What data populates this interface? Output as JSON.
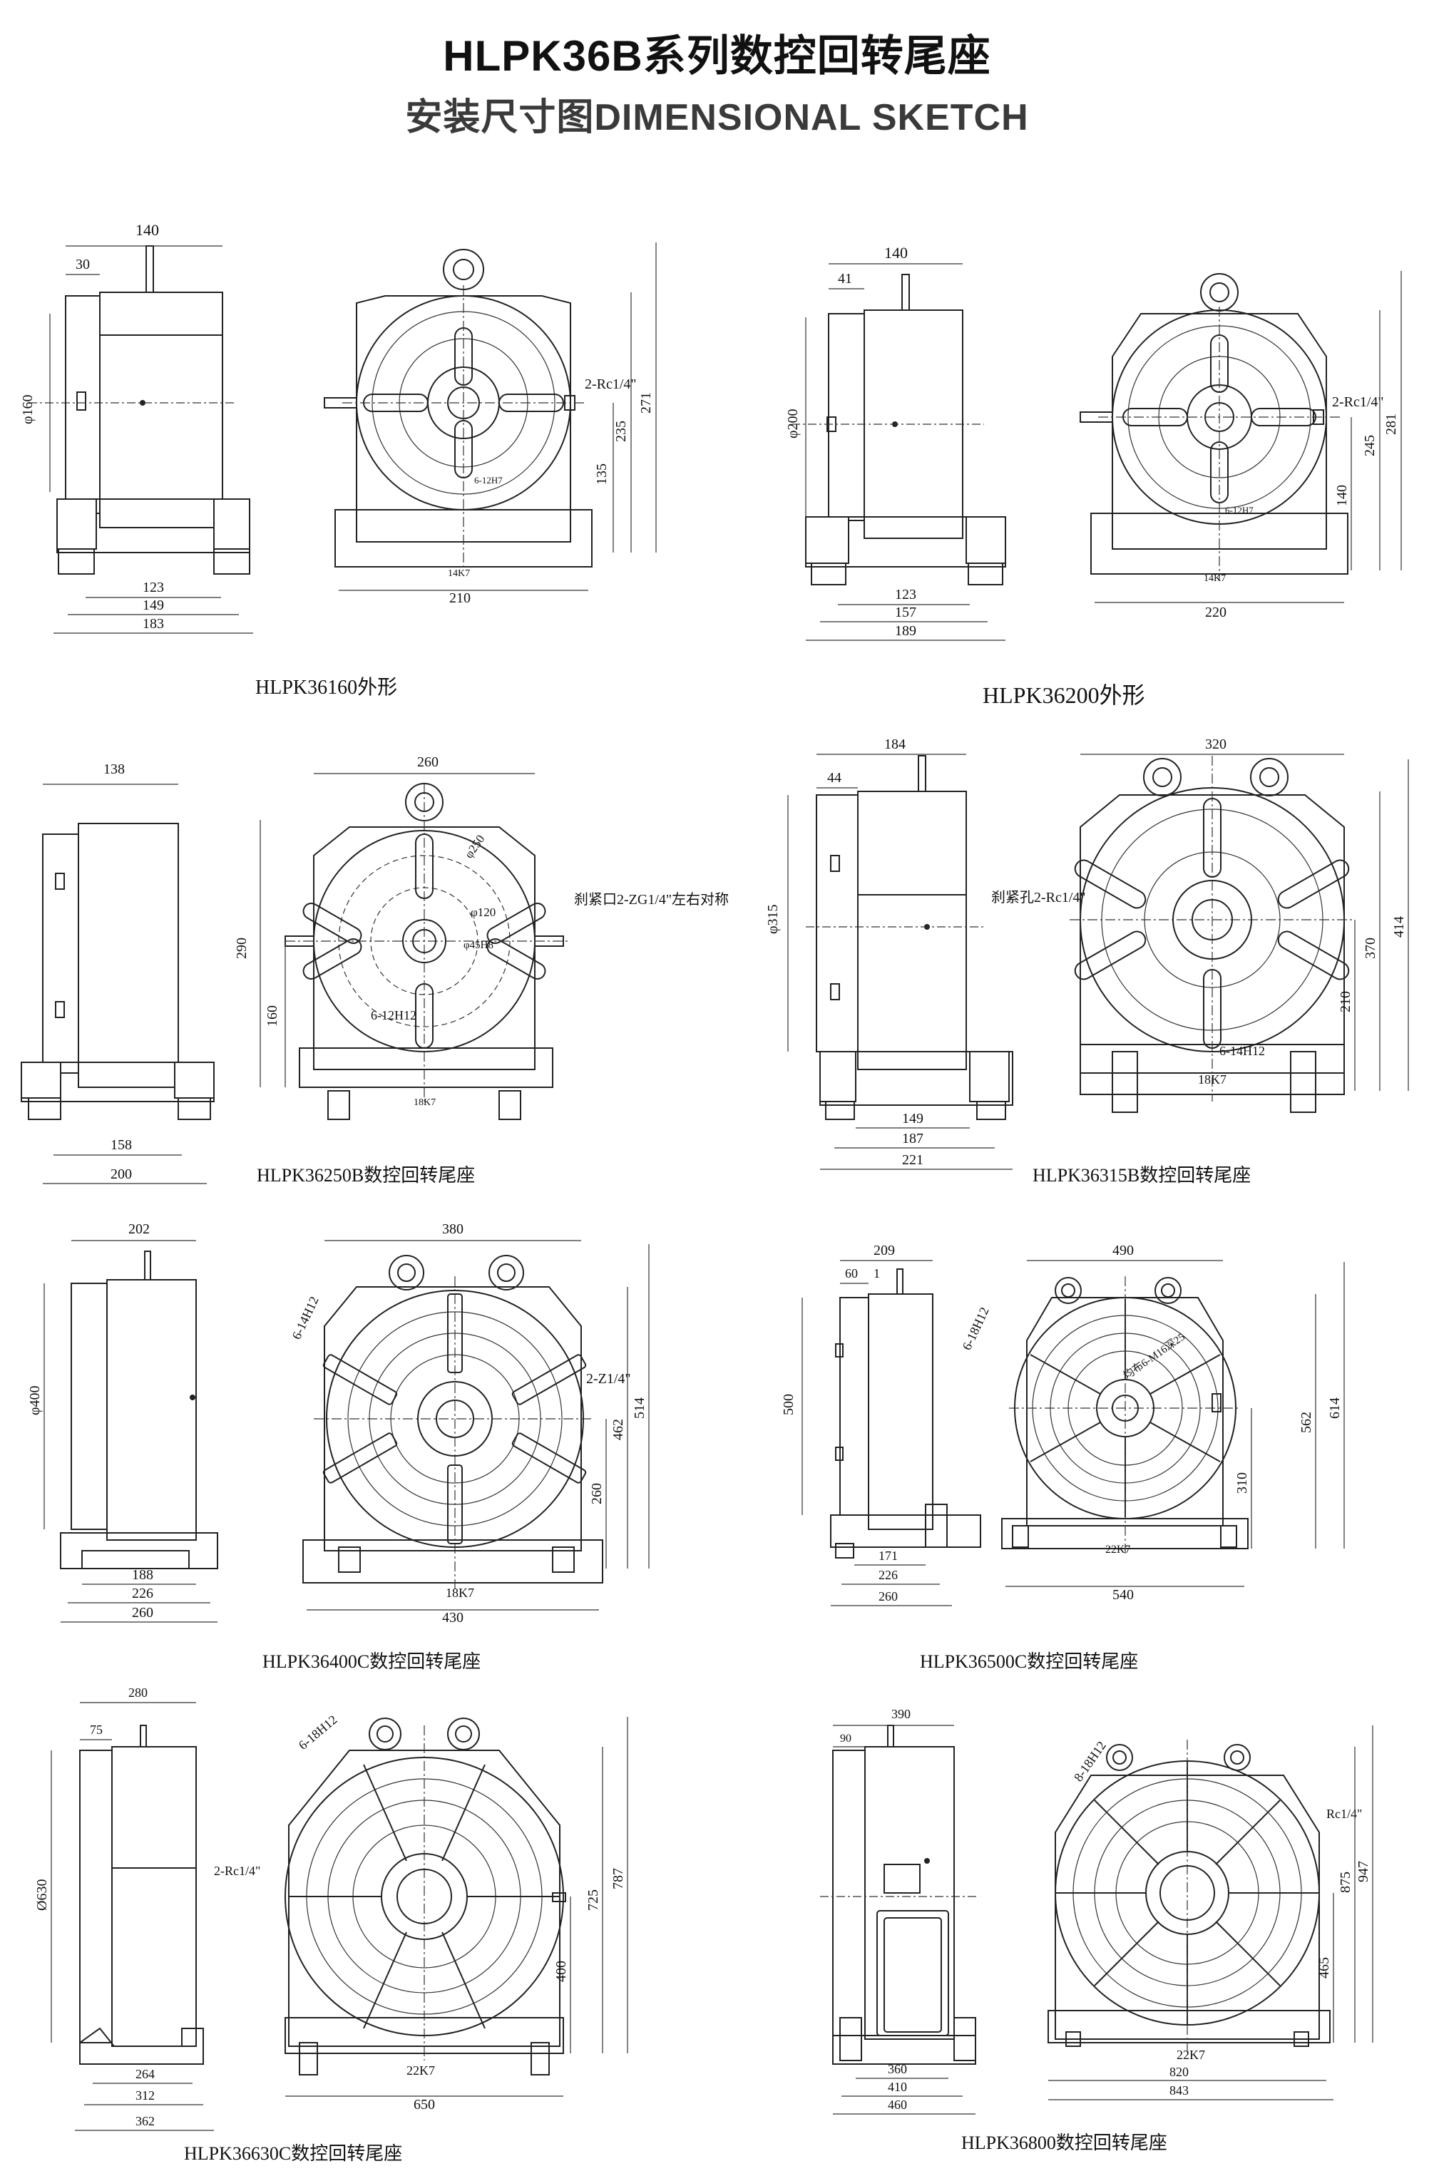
{
  "header": {
    "title": "HLPK36B系列数控回转尾座",
    "subtitle": "安装尺寸图DIMENSIONAL SKETCH"
  },
  "colors": {
    "line": "#222222",
    "background": "#ffffff",
    "subtitle": "#3a3a3a"
  },
  "panels": [
    {
      "caption": "HLPK36160外形",
      "side": {
        "top": "140",
        "offset": "30",
        "dia": "φ160",
        "b1": "123",
        "b2": "149",
        "b3": "183"
      },
      "front": {
        "port": "2-Rc1/4\"",
        "slot": "6-12H7",
        "key": "14K7",
        "width": "210",
        "h1": "135",
        "h2": "235",
        "h3": "271"
      }
    },
    {
      "caption": "HLPK36200外形",
      "side": {
        "top": "140",
        "offset": "41",
        "dia": "φ200",
        "b1": "123",
        "b2": "157",
        "b3": "189"
      },
      "front": {
        "port": "2-Rc1/4\"",
        "slot": "6-12H7",
        "key": "14K7",
        "width": "220",
        "h1": "140",
        "h2": "245",
        "h3": "281"
      }
    },
    {
      "caption": "HLPK36250B数控回转尾座",
      "side": {
        "top": "138",
        "b1": "158",
        "b2": "200"
      },
      "front": {
        "port": "刹紧口2-ZG1/4\"左右对称",
        "slot": "6-12H12",
        "key": "18K7",
        "width": "260",
        "h1": "160",
        "h2": "290",
        "d1": "φ250",
        "d2": "φ120",
        "d3": "φ45H8"
      }
    },
    {
      "caption": "HLPK36315B数控回转尾座",
      "side": {
        "top": "184",
        "offset": "44",
        "dia": "φ315",
        "b1": "149",
        "b2": "187",
        "b3": "221"
      },
      "front": {
        "port": "刹紧孔2-Rc1/4\"",
        "slot": "6-14H12",
        "key": "18K7",
        "width": "320",
        "h1": "210",
        "h2": "370",
        "h3": "414"
      }
    },
    {
      "caption": "HLPK36400C数控回转尾座",
      "side": {
        "top": "202",
        "dia": "φ400",
        "b1": "188",
        "b2": "226",
        "b3": "260"
      },
      "front": {
        "port": "2-Z1/4\"",
        "slot": "6-14H12",
        "key": "18K7",
        "width": "380",
        "base": "430",
        "h1": "260",
        "h2": "462",
        "h3": "514"
      }
    },
    {
      "caption": "HLPK36500C数控回转尾座",
      "side": {
        "top": "209",
        "offset": "60",
        "offset2": "1",
        "dia": "500",
        "b1": "171",
        "b2": "226",
        "b3": "260"
      },
      "front": {
        "slot": "6-18H12",
        "bolt": "均布6-M16深25",
        "key": "22K7",
        "width": "490",
        "base": "540",
        "h1": "310",
        "h2": "562",
        "h3": "614"
      }
    },
    {
      "caption": "HLPK36630C数控回转尾座",
      "side": {
        "top": "280",
        "offset": "75",
        "dia": "Ø630",
        "b1": "264",
        "b2": "312",
        "b3": "362"
      },
      "front": {
        "port": "2-Rc1/4\"",
        "slot": "6-18H12",
        "key": "22K7",
        "base": "650",
        "h1": "400",
        "h2": "725",
        "h3": "787"
      }
    },
    {
      "caption": "HLPK36800数控回转尾座",
      "side": {
        "top": "390",
        "offset": "90",
        "b1": "360",
        "b2": "410",
        "b3": "460"
      },
      "front": {
        "port": "Rc1/4\"",
        "slot": "8-18H12",
        "key": "22K7",
        "width": "820",
        "base": "843",
        "h1": "465",
        "h2": "875",
        "h3": "947"
      }
    }
  ]
}
